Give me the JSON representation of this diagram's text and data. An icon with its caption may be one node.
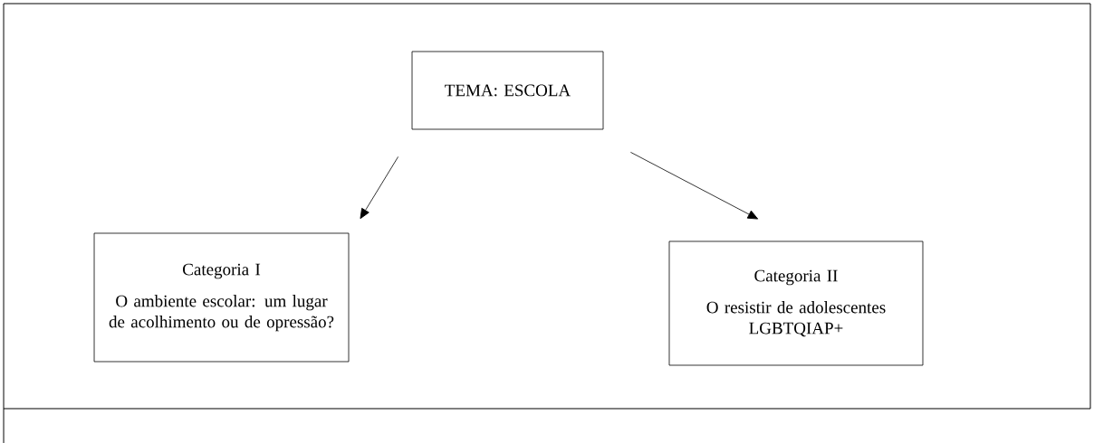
{
  "diagram": {
    "nodes": [
      {
        "text": [
          "TEMA: ESCOLA"
        ]
      },
      {
        "text": [
          "Categoria I",
          "O ambiente escolar: um lugar de acolhimento ou de opressão?"
        ]
      },
      {
        "text": [
          "Categoria II",
          "O resistir de adolescentes LGBTQIAP+"
        ]
      }
    ],
    "edges": [
      {
        "from": 0,
        "to": 1,
        "arrow": "to"
      },
      {
        "from": 0,
        "to": 2,
        "arrow": "to"
      }
    ]
  }
}
